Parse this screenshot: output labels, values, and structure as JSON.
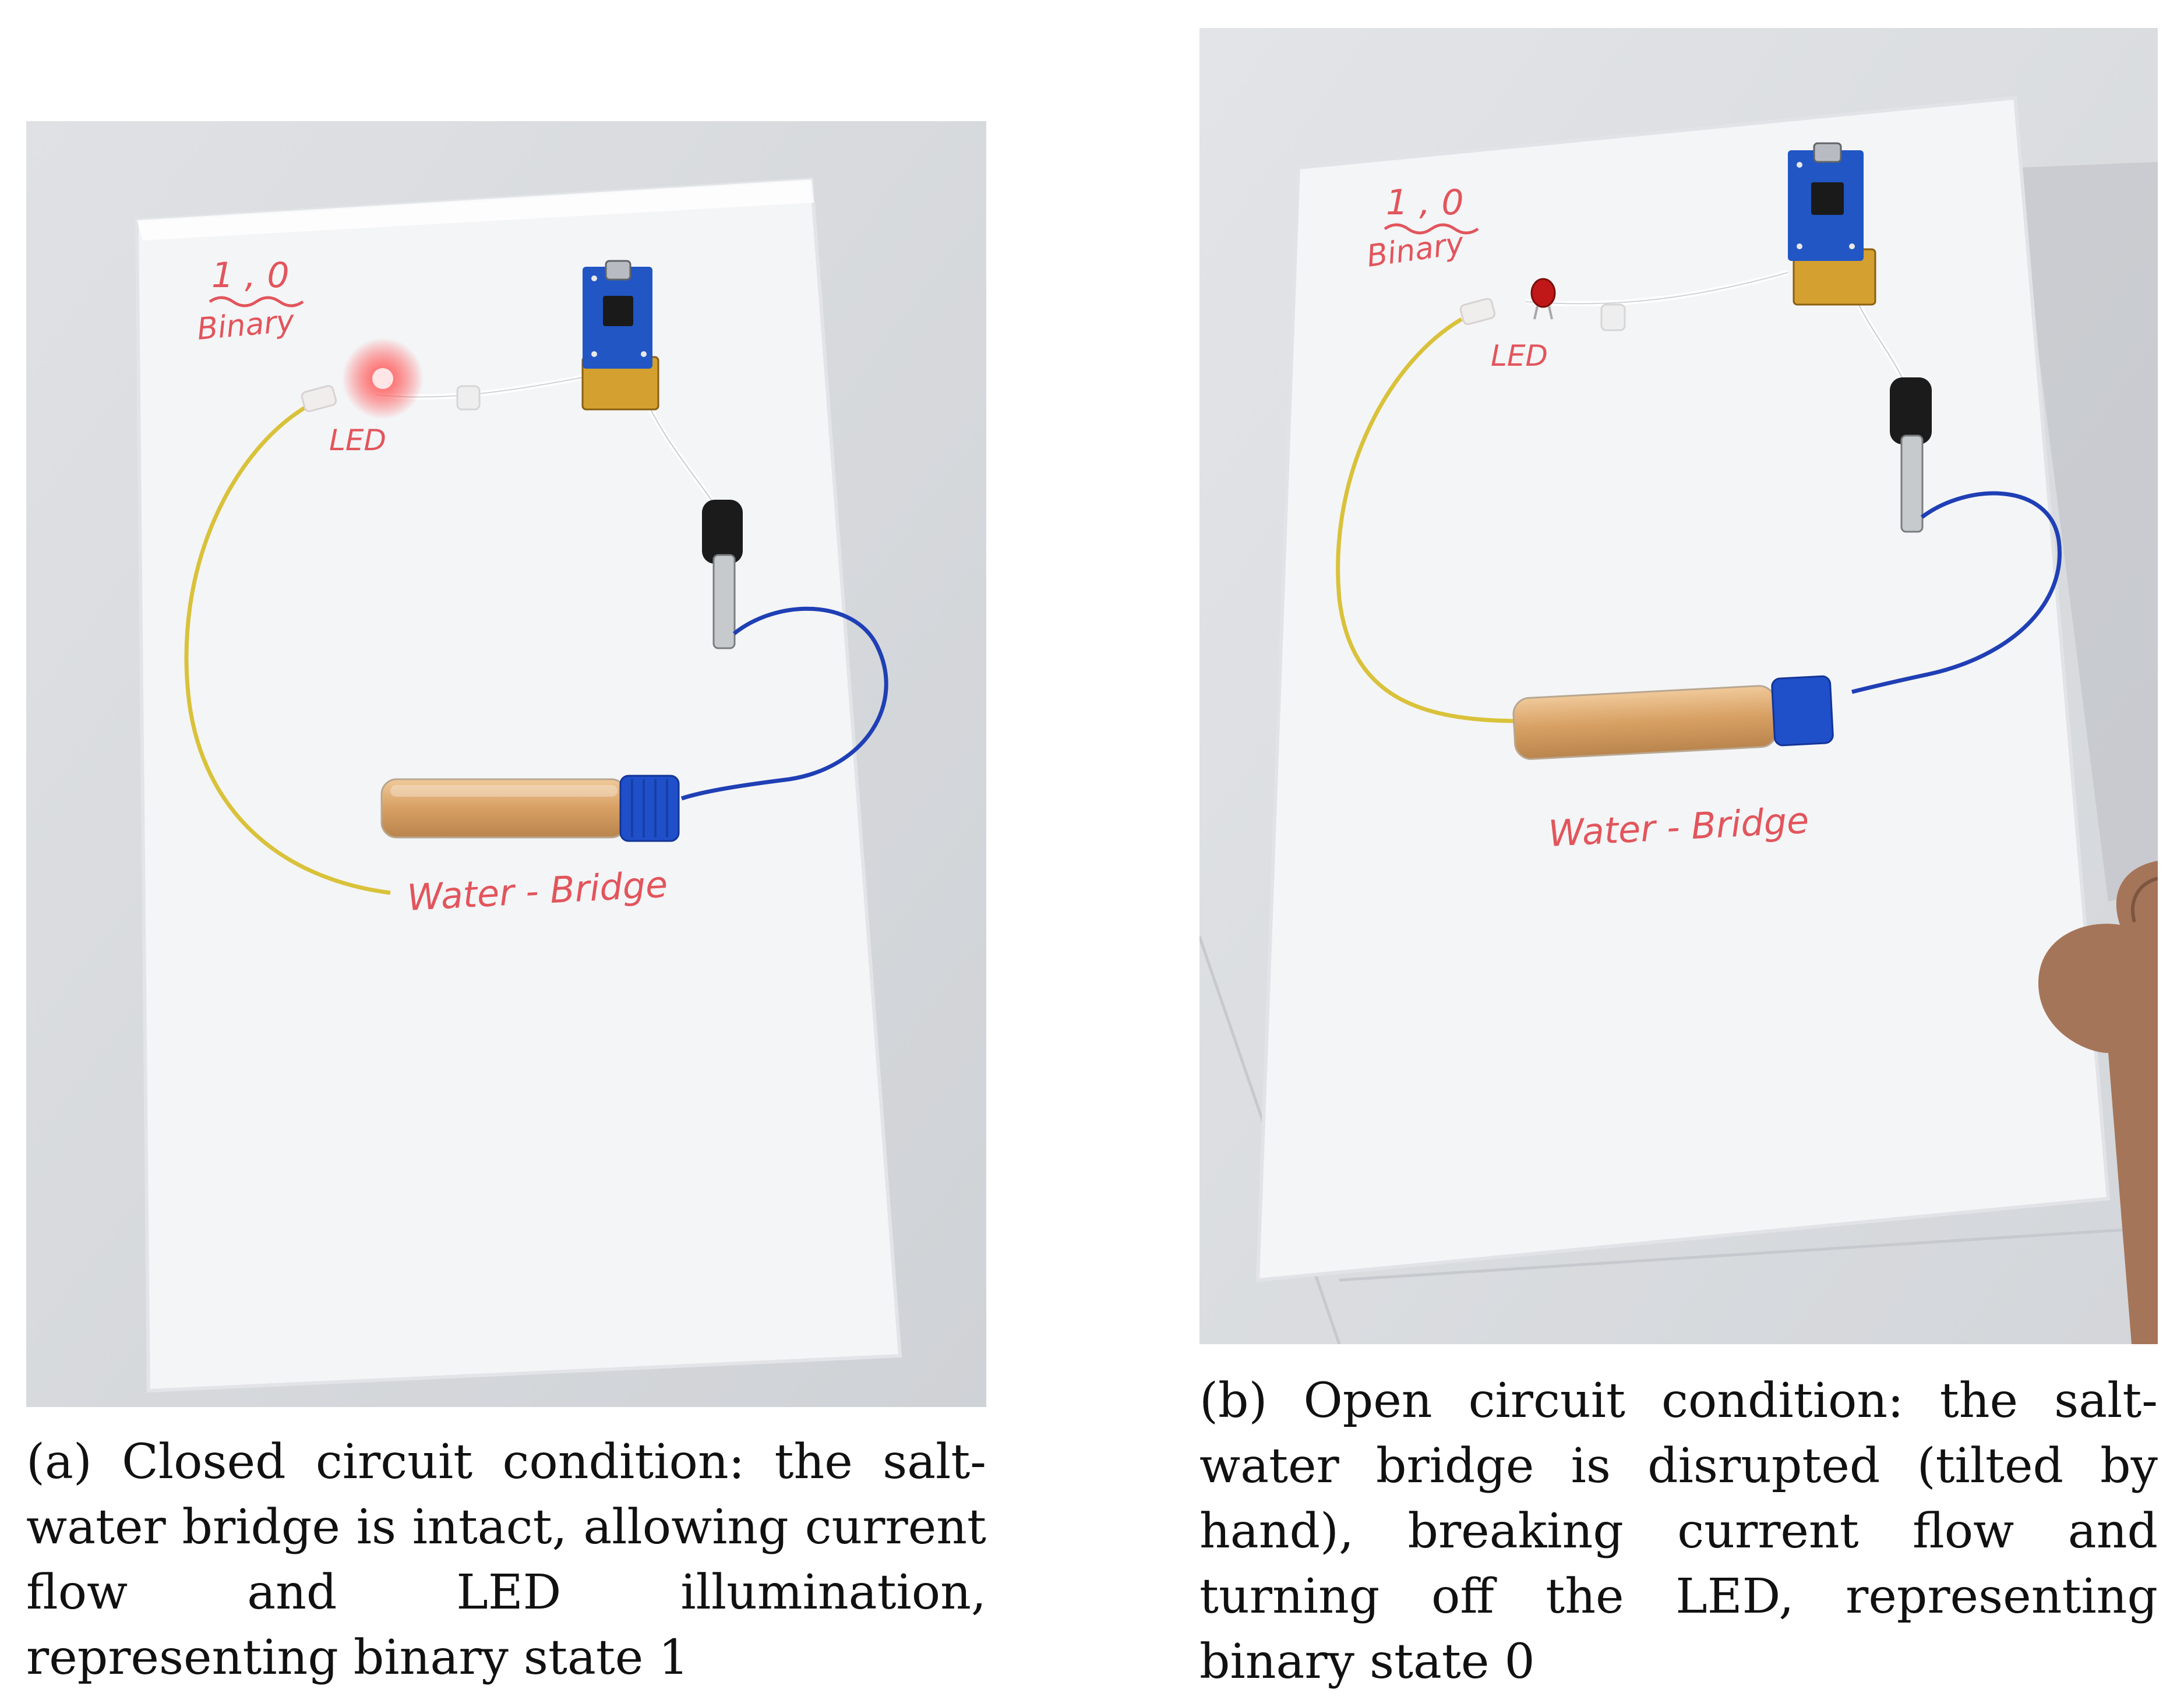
{
  "panel_a": {
    "caption": "(a) Closed circuit condition: the salt-water bridge is intact, allowing current flow and LED illumination, representing binary state 1",
    "labels": {
      "binary_digits": "1 , 0",
      "binary_word": "Binary",
      "led": "LED",
      "bridge": "Water - Bridge"
    },
    "led_state": "on"
  },
  "panel_b": {
    "caption": "(b) Open circuit condition: the salt-water bridge is disrupted (tilted by hand), breaking current flow and turning off the LED, representing binary state 0",
    "labels": {
      "binary_digits": "1 , 0",
      "binary_word": "Binary",
      "led": "LED",
      "bridge": "Water - Bridge"
    },
    "led_state": "off"
  },
  "colors": {
    "handwriting": "#e2555c",
    "yellow_wire": "#d9c23a",
    "blue_wire": "#1f3fb5",
    "led_glow": "#ff3b3b",
    "led_off": "#c01818",
    "tube_liquid": "#d9a566",
    "cap": "#1f4fc9",
    "board": "#2156c4"
  }
}
